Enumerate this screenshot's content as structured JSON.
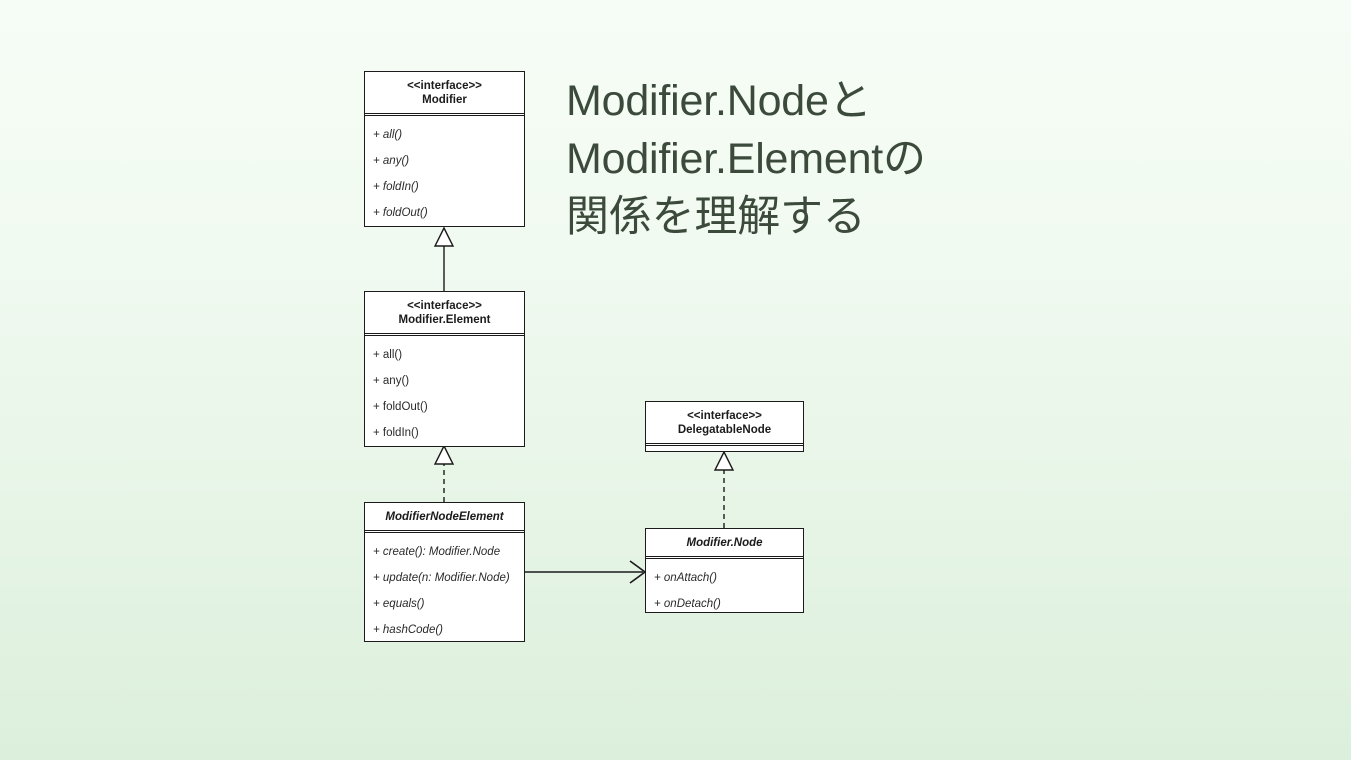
{
  "slide": {
    "title": "Modifier.Nodeと\nModifier.Elementの\n関係を理解する",
    "title_color": "#3c4a3c",
    "background_top_color": "#f6fdf6",
    "background_bottom_color": "#dcefdc"
  },
  "diagram": {
    "type": "uml-class-diagram",
    "line_color": "#1b1b1b",
    "box_fill": "#ffffff",
    "classes": [
      {
        "id": "modifier",
        "stereotype": "<<interface>>",
        "name": "Modifier",
        "abstract": false,
        "italic_members": true,
        "members": [
          "+ all()",
          "+ any()",
          "+ foldIn()",
          "+ foldOut()"
        ]
      },
      {
        "id": "modifier-element",
        "stereotype": "<<interface>>",
        "name": "Modifier.Element",
        "abstract": false,
        "italic_members": false,
        "members": [
          "+ all()",
          "+ any()",
          "+ foldOut()",
          "+ foldIn()"
        ]
      },
      {
        "id": "modifier-node-element",
        "stereotype": "",
        "name": "ModifierNodeElement",
        "abstract": true,
        "italic_members": true,
        "members": [
          "+ create(): Modifier.Node",
          "+ update(n: Modifier.Node)",
          "+ equals()",
          "+ hashCode()"
        ]
      },
      {
        "id": "delegatable-node",
        "stereotype": "<<interface>>",
        "name": "DelegatableNode",
        "abstract": false,
        "italic_members": false,
        "members": []
      },
      {
        "id": "modifier-node",
        "stereotype": "",
        "name": "Modifier.Node",
        "abstract": true,
        "italic_members": true,
        "members": [
          "+ onAttach()",
          "+ onDetach()"
        ]
      }
    ],
    "relationships": [
      {
        "id": "rel-1",
        "from": "modifier-element",
        "to": "modifier",
        "kind": "generalization",
        "line": "solid",
        "head": "hollow-triangle"
      },
      {
        "id": "rel-2",
        "from": "modifier-node-element",
        "to": "modifier-element",
        "kind": "realization",
        "line": "dashed",
        "head": "hollow-triangle"
      },
      {
        "id": "rel-3",
        "from": "modifier-node",
        "to": "delegatable-node",
        "kind": "realization",
        "line": "dashed",
        "head": "hollow-triangle"
      },
      {
        "id": "rel-4",
        "from": "modifier-node-element",
        "to": "modifier-node",
        "kind": "association",
        "line": "solid",
        "head": "open-arrow"
      }
    ]
  }
}
